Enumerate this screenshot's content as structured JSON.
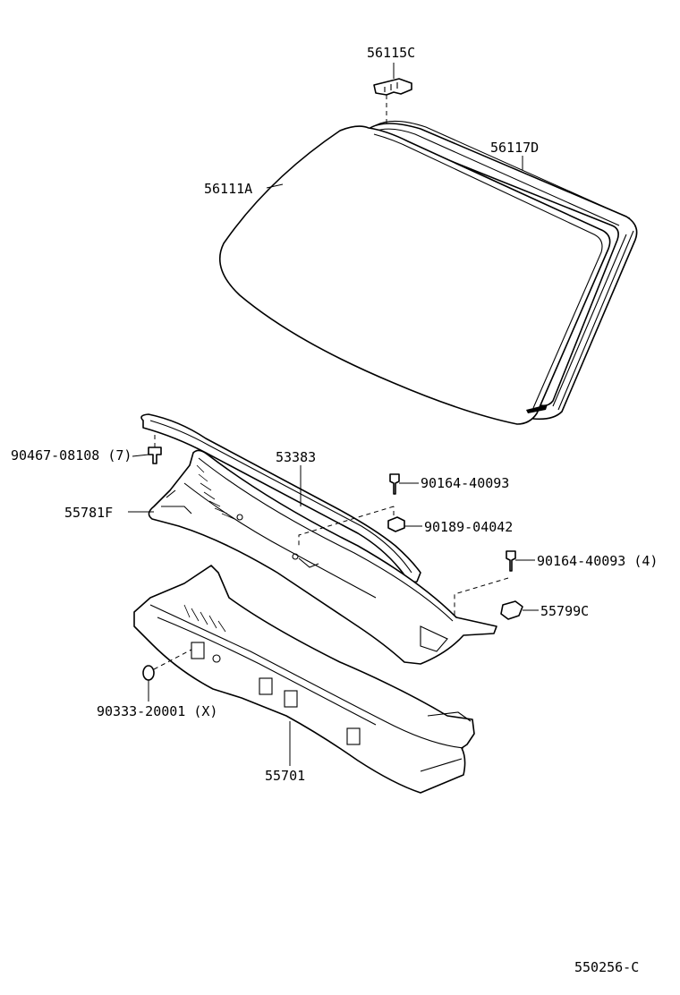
{
  "diagram_id": "550256-C",
  "labels": {
    "p56115C": "56115C",
    "p56117D": "56117D",
    "p56111A": "56111A",
    "p53383": "53383",
    "p90467": "90467-08108 (7)",
    "p55781F": "55781F",
    "p90164a": "90164-40093",
    "p90189": "90189-04042",
    "p90164b": "90164-40093 (4)",
    "p55799C": "55799C",
    "p90333": "90333-20001 (X)",
    "p55701": "55701"
  },
  "colors": {
    "line": "#000000",
    "background": "#ffffff"
  }
}
